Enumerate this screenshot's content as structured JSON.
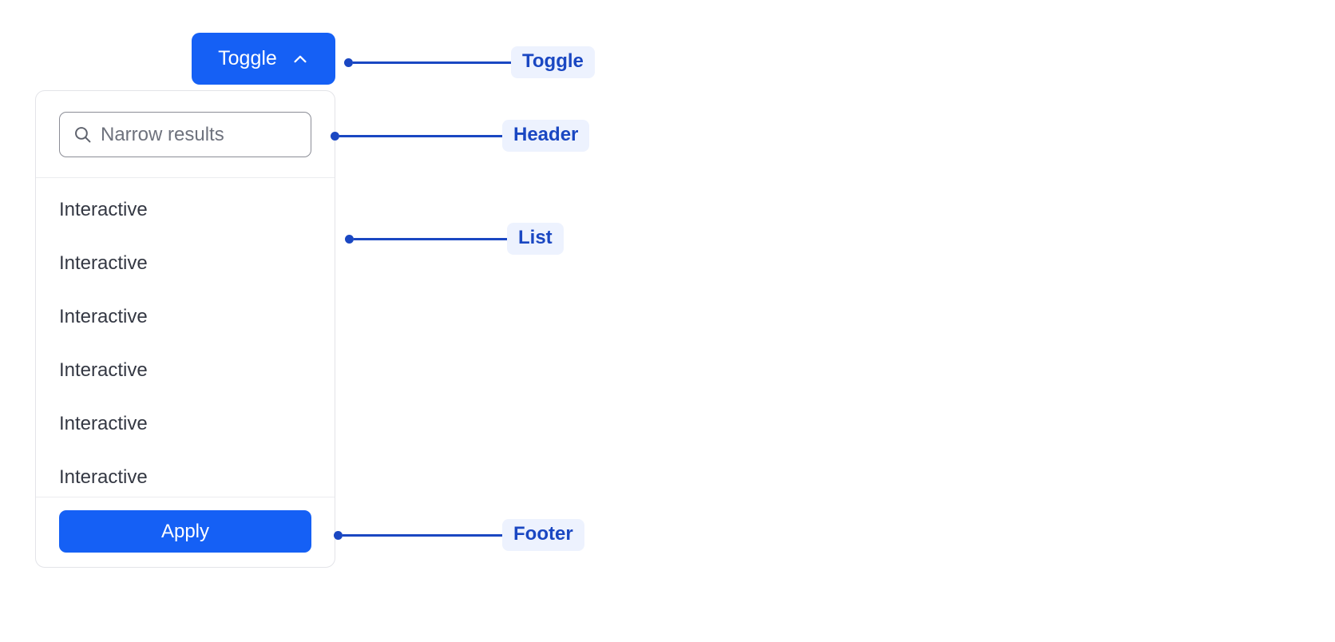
{
  "toggle": {
    "label": "Toggle",
    "icon": "chevron-up-icon",
    "expanded": true,
    "background_color": "#1560F5",
    "text_color": "#FFFFFF"
  },
  "dropdown": {
    "header": {
      "search": {
        "icon": "search-icon",
        "placeholder": "Narrow results",
        "value": ""
      }
    },
    "list": {
      "items": [
        {
          "label": "Interactive"
        },
        {
          "label": "Interactive"
        },
        {
          "label": "Interactive"
        },
        {
          "label": "Interactive"
        },
        {
          "label": "Interactive"
        },
        {
          "label": "Interactive"
        }
      ]
    },
    "footer": {
      "apply_label": "Apply",
      "apply_background_color": "#1560F5"
    },
    "border_color": "#E3E4E8",
    "divider_color": "#EBECEF"
  },
  "annotations": {
    "accent_color": "#1A47C2",
    "badge_background_color": "#EDF2FE",
    "callouts": [
      {
        "id": "toggle",
        "label": "Toggle"
      },
      {
        "id": "header",
        "label": "Header"
      },
      {
        "id": "list",
        "label": "List"
      },
      {
        "id": "footer",
        "label": "Footer"
      }
    ]
  }
}
